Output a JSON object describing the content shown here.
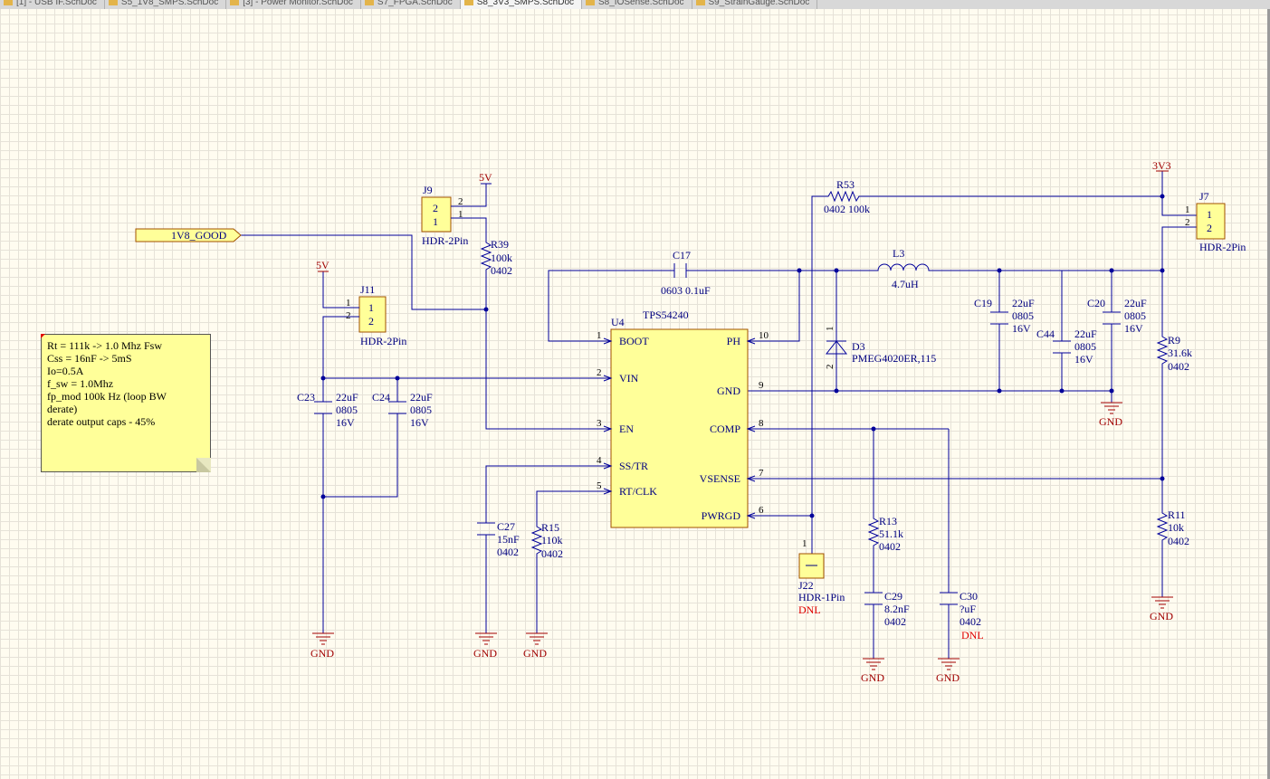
{
  "tabs": [
    {
      "label": "[1] - USB IF.SchDoc",
      "active": false
    },
    {
      "label": "S5_1V8_SMPS.SchDoc",
      "active": false
    },
    {
      "label": "[3] - Power Monitor.SchDoc",
      "active": false
    },
    {
      "label": "S7_FPGA.SchDoc",
      "active": false
    },
    {
      "label": "S8_3V3_SMPS.SchDoc",
      "active": true
    },
    {
      "label": "S8_IOSense.SchDoc",
      "active": false
    },
    {
      "label": "S9_StrainGauge.SchDoc",
      "active": false
    }
  ],
  "note": {
    "lines": [
      "Rt = 111k -> 1.0 Mhz Fsw",
      "Css = 16nF -> 5mS",
      "Io=0.5A",
      "f_sw = 1.0Mhz",
      "fp_mod  100k Hz (loop BW",
      "derate)",
      "derate output caps - 45%"
    ]
  },
  "net_labels": {
    "good": "1V8_GOOD"
  },
  "power": {
    "five_v": "5V",
    "three_v3": "3V3",
    "gnd": "GND"
  },
  "ic": {
    "ref": "U4",
    "part": "TPS54240",
    "pins_left": [
      {
        "num": "1",
        "name": "BOOT"
      },
      {
        "num": "2",
        "name": "VIN"
      },
      {
        "num": "3",
        "name": "EN"
      },
      {
        "num": "4",
        "name": "SS/TR"
      },
      {
        "num": "5",
        "name": "RT/CLK"
      }
    ],
    "pins_right": [
      {
        "num": "10",
        "name": "PH"
      },
      {
        "num": "9",
        "name": "GND"
      },
      {
        "num": "8",
        "name": "COMP"
      },
      {
        "num": "7",
        "name": "VSENSE"
      },
      {
        "num": "6",
        "name": "PWRGD"
      }
    ]
  },
  "headers": {
    "j9": {
      "ref": "J9",
      "type": "HDR-2Pin",
      "pins": [
        "2",
        "1"
      ]
    },
    "j11": {
      "ref": "J11",
      "type": "HDR-2Pin",
      "pins": [
        "1",
        "2"
      ]
    },
    "j7": {
      "ref": "J7",
      "type": "HDR-2Pin",
      "pins": [
        "1",
        "2"
      ]
    },
    "j22": {
      "ref": "J22",
      "type": "HDR-1Pin",
      "pin": "1",
      "dnl": "DNL"
    }
  },
  "parts": {
    "r39": {
      "ref": "R39",
      "value": "100k",
      "pkg": "0402"
    },
    "r53": {
      "ref": "R53",
      "value": "0402 100k"
    },
    "c17": {
      "ref": "C17",
      "value": "0603 0.1uF"
    },
    "l3": {
      "ref": "L3",
      "value": "4.7uH"
    },
    "d3": {
      "ref": "D3",
      "value": "PMEG4020ER,115",
      "pin_a": "1",
      "pin_b": "2"
    },
    "c19": {
      "ref": "C19",
      "value": "22uF",
      "pkg": "0805",
      "volt": "16V"
    },
    "c44": {
      "ref": "C44",
      "value": "22uF",
      "pkg": "0805",
      "volt": "16V"
    },
    "c20": {
      "ref": "C20",
      "value": "22uF",
      "pkg": "0805",
      "volt": "16V"
    },
    "r9": {
      "ref": "R9",
      "value": "31.6k",
      "pkg": "0402"
    },
    "r11": {
      "ref": "R11",
      "value": "10k",
      "pkg": "0402"
    },
    "c23": {
      "ref": "C23",
      "value": "22uF",
      "pkg": "0805",
      "volt": "16V"
    },
    "c24": {
      "ref": "C24",
      "value": "22uF",
      "pkg": "0805",
      "volt": "16V"
    },
    "c27": {
      "ref": "C27",
      "value": "15nF",
      "pkg": "0402"
    },
    "r15": {
      "ref": "R15",
      "value": "110k",
      "pkg": "0402"
    },
    "r13": {
      "ref": "R13",
      "value": "51.1k",
      "pkg": "0402"
    },
    "c29": {
      "ref": "C29",
      "value": "8.2nF",
      "pkg": "0402"
    },
    "c30": {
      "ref": "C30",
      "value": "?uF",
      "pkg": "0402",
      "dnl": "DNL"
    }
  },
  "colors": {
    "wire": "#00009A",
    "power": "#A00000",
    "dnl": "#E00000",
    "chip_fill": "#FFFF99",
    "sheet": "#FFFCF0"
  }
}
